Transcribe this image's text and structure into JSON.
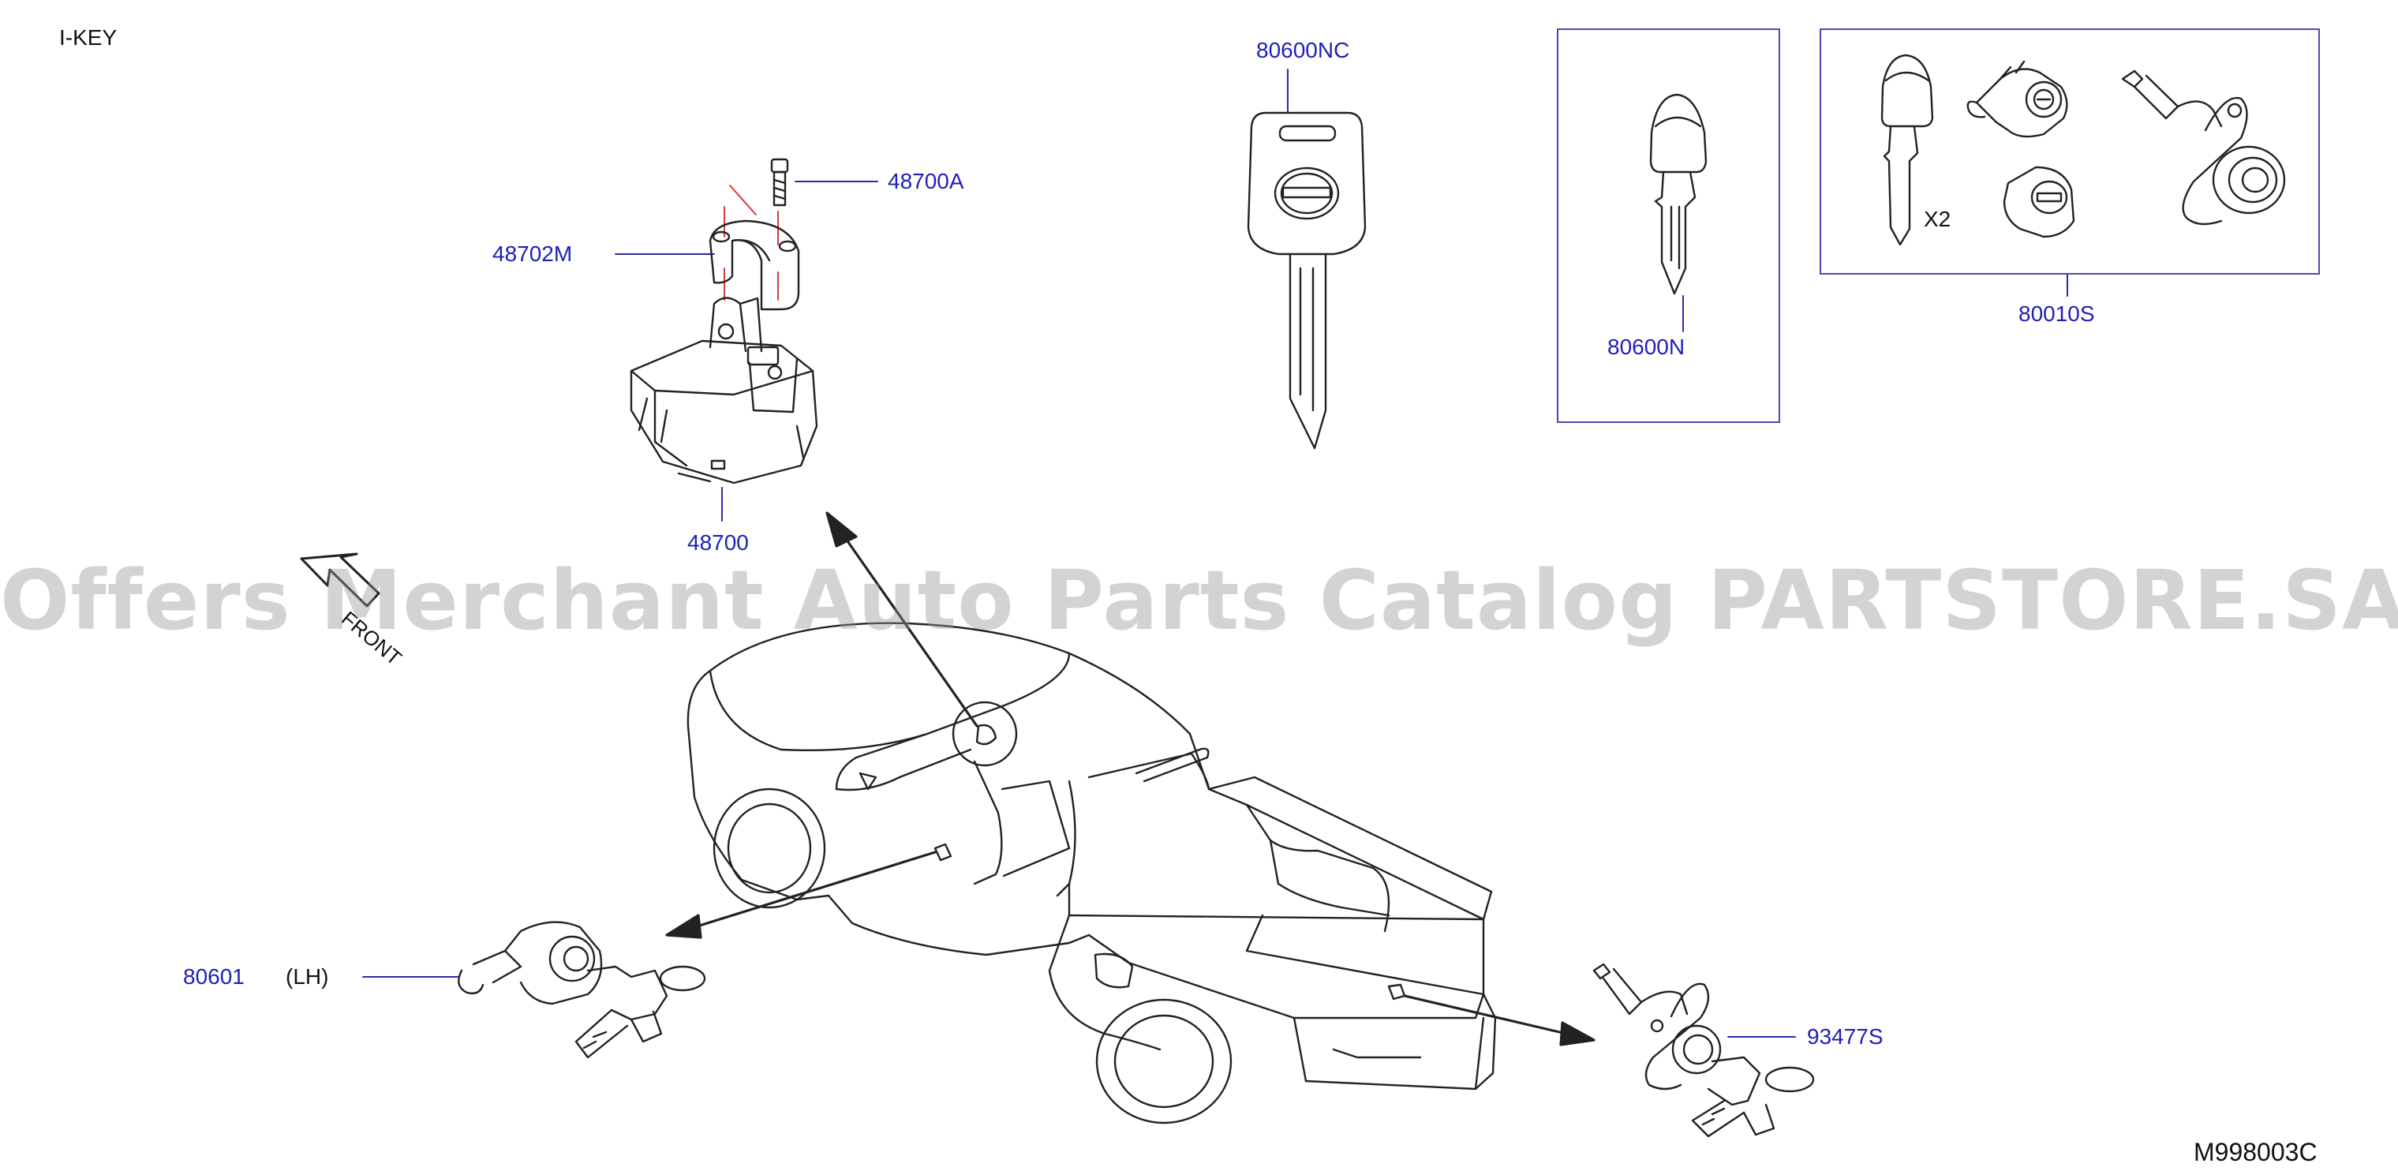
{
  "diagram_title": "I-KEY",
  "diagram_code": "M998003C",
  "watermark": "Offers Merchant Auto Parts Catalog PARTSTORE.SA",
  "orientation_label": "FRONT",
  "colors": {
    "callout": "#1f1fb8",
    "line": "#222222",
    "frame": "#4a4ab0",
    "watermark": "#969696"
  },
  "parts": [
    {
      "id": "48700A",
      "label": "48700A"
    },
    {
      "id": "48702M",
      "label": "48702M"
    },
    {
      "id": "48700",
      "label": "48700"
    },
    {
      "id": "80600NC",
      "label": "80600NC"
    },
    {
      "id": "80600N",
      "label": "80600N"
    },
    {
      "id": "80010S",
      "label": "80010S",
      "note": "X2"
    },
    {
      "id": "80601",
      "label": "80601",
      "side": "(LH)"
    },
    {
      "id": "93477S",
      "label": "93477S"
    }
  ]
}
